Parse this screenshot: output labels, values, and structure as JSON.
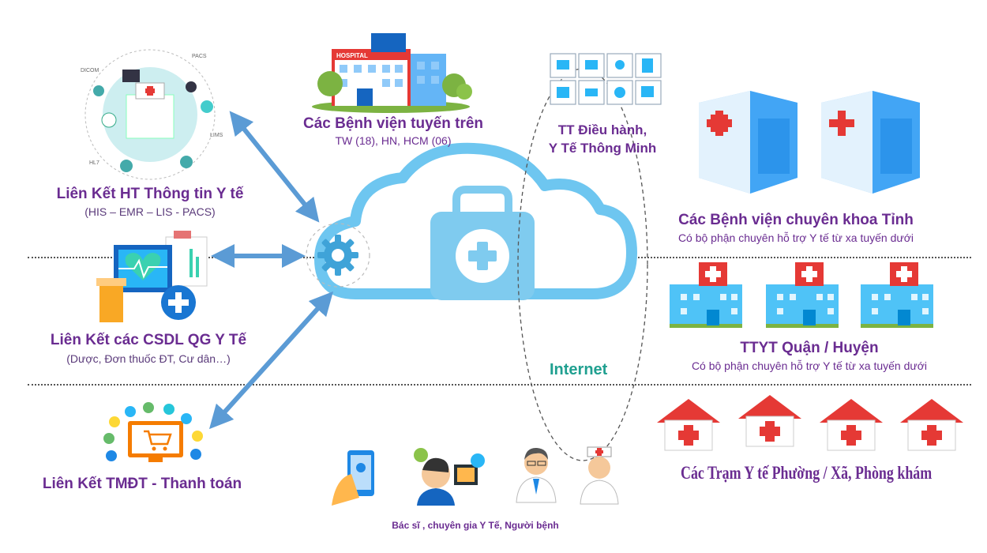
{
  "colors": {
    "title": "#6a2c91",
    "teal": "#20a090",
    "arrow": "#5b9bd5",
    "cloud": "#6ec6f0"
  },
  "center": {
    "network_label": "Internet"
  },
  "left": {
    "his": {
      "title": "Liên Kết HT Thông tin Y tế",
      "subtitle": "(HIS – EMR – LIS - PACS)",
      "icon_labels": [
        "DICOM",
        "PACS",
        "LIMS",
        "HL7"
      ]
    },
    "csdl": {
      "title": "Liên Kết các CSDL QG Y Tế",
      "subtitle": "(Dược, Đơn thuốc ĐT, Cư dân…)"
    },
    "tmdt": {
      "title": "Liên Kết TMĐT - Thanh toán"
    }
  },
  "top": {
    "hospital": {
      "sign": "HOSPITAL",
      "title": "Các Bệnh viện tuyến trên",
      "subtitle": "TW (18), HN, HCM (06)"
    },
    "control": {
      "title_line1": "TT Điều hành,",
      "title_line2": "Y Tế Thông Minh"
    }
  },
  "right": {
    "provincial": {
      "title": "Các Bệnh viện chuyên khoa Tỉnh",
      "subtitle": "Có bộ phận chuyên hỗ trợ Y tế từ xa tuyến dưới"
    },
    "district": {
      "title": "TTYT Quận / Huyện",
      "subtitle": "Có bộ phận chuyên hỗ trợ Y tế từ xa tuyến dưới"
    },
    "stations": {
      "title": "Các Trạm Y tế  Phường / Xã, Phòng khám"
    }
  },
  "bottom": {
    "caption": "Bác sĩ , chuyên gia Y Tế, Người bệnh"
  }
}
